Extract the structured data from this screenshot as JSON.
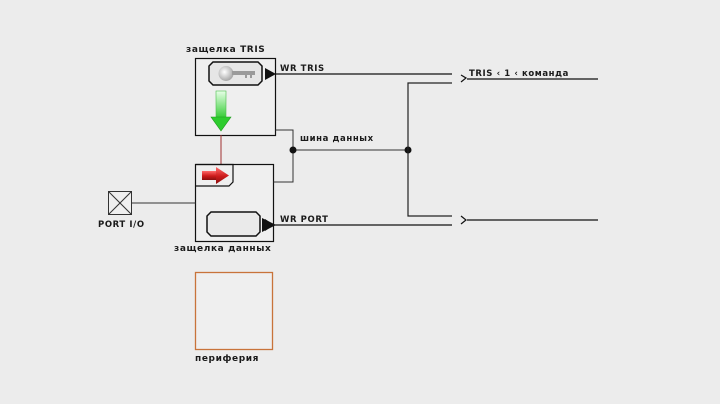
{
  "diagram": {
    "tris_latch": {
      "label": "защелка TRIS",
      "icon": "key-icon",
      "arrow_icon": "down-arrow-icon"
    },
    "data_latch": {
      "label": "защелка данных",
      "icon": "right-arrow-icon"
    },
    "port": {
      "label": "PORT I/O",
      "icon": "crossed-box-icon"
    },
    "peripheral": {
      "label": "периферия"
    },
    "signals": {
      "wr_tris": "WR TRIS",
      "wr_port": "WR PORT",
      "data_bus": "шина данных",
      "tris_command": "TRIS ‹ 1 ‹ команда"
    },
    "colors": {
      "background": "#ececec",
      "line": "#111111",
      "peripheral_border": "#c8733a",
      "green_arrow": "#33cc33",
      "red_arrow": "#cc2222",
      "link_red": "#a03030"
    }
  }
}
